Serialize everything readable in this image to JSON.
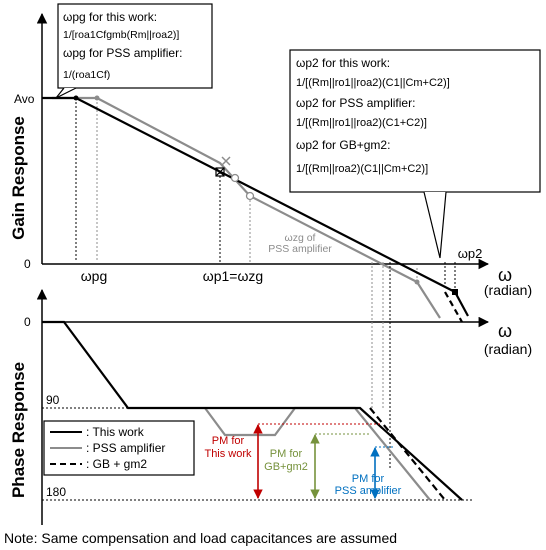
{
  "gain_panel": {
    "axis_title": "Gain Response",
    "y_tick_top": "Avo",
    "y_tick_zero": "0",
    "x_axis_symbol": "ω",
    "x_axis_unit": "(radian)",
    "x_tick_wpg": "ωpg",
    "x_tick_wp1": "ωp1=ωzg",
    "x_tick_wp2": "ωp2",
    "zero_note_line1": "ωzg of",
    "zero_note_line2": "PSS amplifier",
    "left_box": [
      "ωpg for this work:",
      "1/[roa1Cfgmb(Rm||roa2)]",
      "ωpg for PSS amplifier:",
      "1/(roa1Cf)"
    ],
    "right_box": [
      "ωp2 for this work:",
      "1/[(Rm||ro1||roa2)(C1||Cm+C2)]",
      "ωp2 for PSS amplifier:",
      "1/[(Rm||ro1||roa2)(C1+C2)]",
      "ωp2 for GB+gm2:",
      "1/[(Rm||roa2)(C1||Cm+C2)]"
    ]
  },
  "phase_panel": {
    "axis_title": "Phase Response",
    "y_tick_zero": "0",
    "y_tick_90": "90",
    "y_tick_180": "180",
    "x_axis_symbol": "ω",
    "x_axis_unit": "(radian)",
    "legend": [
      {
        "label": ": This work",
        "style": "solid-black"
      },
      {
        "label": ": PSS amplifier",
        "style": "solid-gray"
      },
      {
        "label": ": GB + gm2",
        "style": "dashed-black"
      }
    ],
    "pm_this_work": [
      "PM for",
      "This work"
    ],
    "pm_gb": [
      "PM for",
      "GB+gm2"
    ],
    "pm_pss": [
      "PM for",
      "PSS amplifier"
    ]
  },
  "footer_note": "Note: Same compensation and load capacitances are assumed",
  "colors": {
    "this_work": "#000000",
    "pss_amplifier": "#8c8c8c",
    "pm_this_work": "#c00000",
    "pm_gb": "#76923c",
    "pm_pss": "#0070c0"
  }
}
